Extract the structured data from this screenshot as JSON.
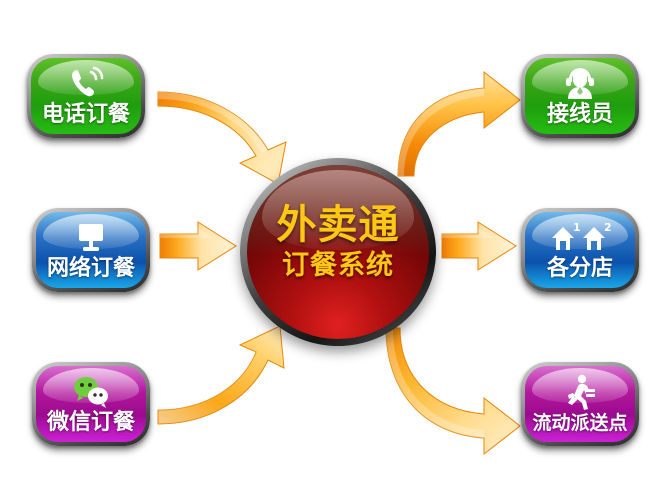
{
  "diagram": {
    "title_center": {
      "main": "外卖通",
      "sub": "订餐系统"
    },
    "colors": {
      "green": "#2aa814",
      "blue": "#1064b8",
      "purple": "#b41aa8",
      "arrow_orange": "#f59214",
      "arrow_highlight": "#ffd98a",
      "hub_red": "#7d0808",
      "hub_gold": "#ffc715"
    },
    "inputs": [
      {
        "id": "phone",
        "label": "电话订餐",
        "icon": "telephone-icon",
        "color": "green"
      },
      {
        "id": "web",
        "label": "网络订餐",
        "icon": "monitor-icon",
        "color": "blue"
      },
      {
        "id": "wechat",
        "label": "微信订餐",
        "icon": "wechat-icon",
        "color": "purple"
      }
    ],
    "outputs": [
      {
        "id": "operator",
        "label": "接线员",
        "icon": "headset-operator-icon",
        "color": "green"
      },
      {
        "id": "branch",
        "label": "各分店",
        "icon": "two-houses-icon",
        "color": "blue",
        "badges": [
          "1",
          "2"
        ]
      },
      {
        "id": "courier",
        "label": "流动派送点",
        "icon": "running-courier-icon",
        "color": "purple"
      }
    ],
    "arrows": [
      {
        "id": "phone-to-hub",
        "style": "curved-down-right"
      },
      {
        "id": "web-to-hub",
        "style": "straight-right"
      },
      {
        "id": "wechat-to-hub",
        "style": "curved-up-right"
      },
      {
        "id": "hub-to-operator",
        "style": "curved-up-right"
      },
      {
        "id": "hub-to-branch",
        "style": "straight-right"
      },
      {
        "id": "hub-to-courier",
        "style": "curved-down-right"
      }
    ]
  }
}
